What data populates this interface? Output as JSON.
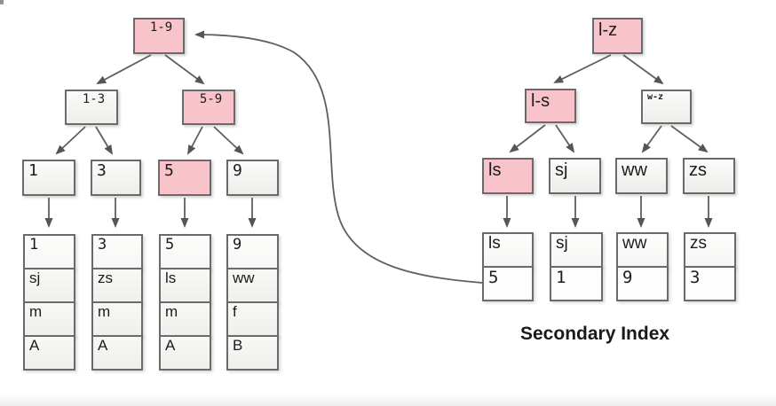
{
  "caption": "Secondary Index",
  "colors": {
    "highlight_pink": "#f8c3cb",
    "box_fill": "#f2f2ef",
    "border_gray": "#6a6a6a",
    "arrow_gray": "#5a5a5a"
  },
  "primary_tree": {
    "root": {
      "label": "1-9",
      "highlight": true
    },
    "internal": [
      {
        "label": "1-3",
        "highlight": false
      },
      {
        "label": "5-9",
        "highlight": true
      }
    ],
    "leaves": [
      {
        "label": "1",
        "highlight": false
      },
      {
        "label": "3",
        "highlight": false
      },
      {
        "label": "5",
        "highlight": true
      },
      {
        "label": "9",
        "highlight": false
      }
    ],
    "records": [
      {
        "cells": [
          "1",
          "sj",
          "m",
          "A"
        ]
      },
      {
        "cells": [
          "3",
          "zs",
          "m",
          "A"
        ]
      },
      {
        "cells": [
          "5",
          "ls",
          "m",
          "A"
        ]
      },
      {
        "cells": [
          "9",
          "ww",
          "f",
          "B"
        ]
      }
    ]
  },
  "secondary_tree": {
    "root": {
      "label": "l-z",
      "highlight": true
    },
    "internal": [
      {
        "label": "l-s",
        "highlight": true
      },
      {
        "label": "w-z",
        "highlight": false
      }
    ],
    "leaves": [
      {
        "label": "ls",
        "highlight": true
      },
      {
        "label": "sj",
        "highlight": false
      },
      {
        "label": "ww",
        "highlight": false
      },
      {
        "label": "zs",
        "highlight": false
      }
    ],
    "entries": [
      {
        "key": "ls",
        "value": "5",
        "value_highlight": true
      },
      {
        "key": "sj",
        "value": "1",
        "value_highlight": false
      },
      {
        "key": "ww",
        "value": "9",
        "value_highlight": false
      },
      {
        "key": "zs",
        "value": "3",
        "value_highlight": false
      }
    ]
  }
}
